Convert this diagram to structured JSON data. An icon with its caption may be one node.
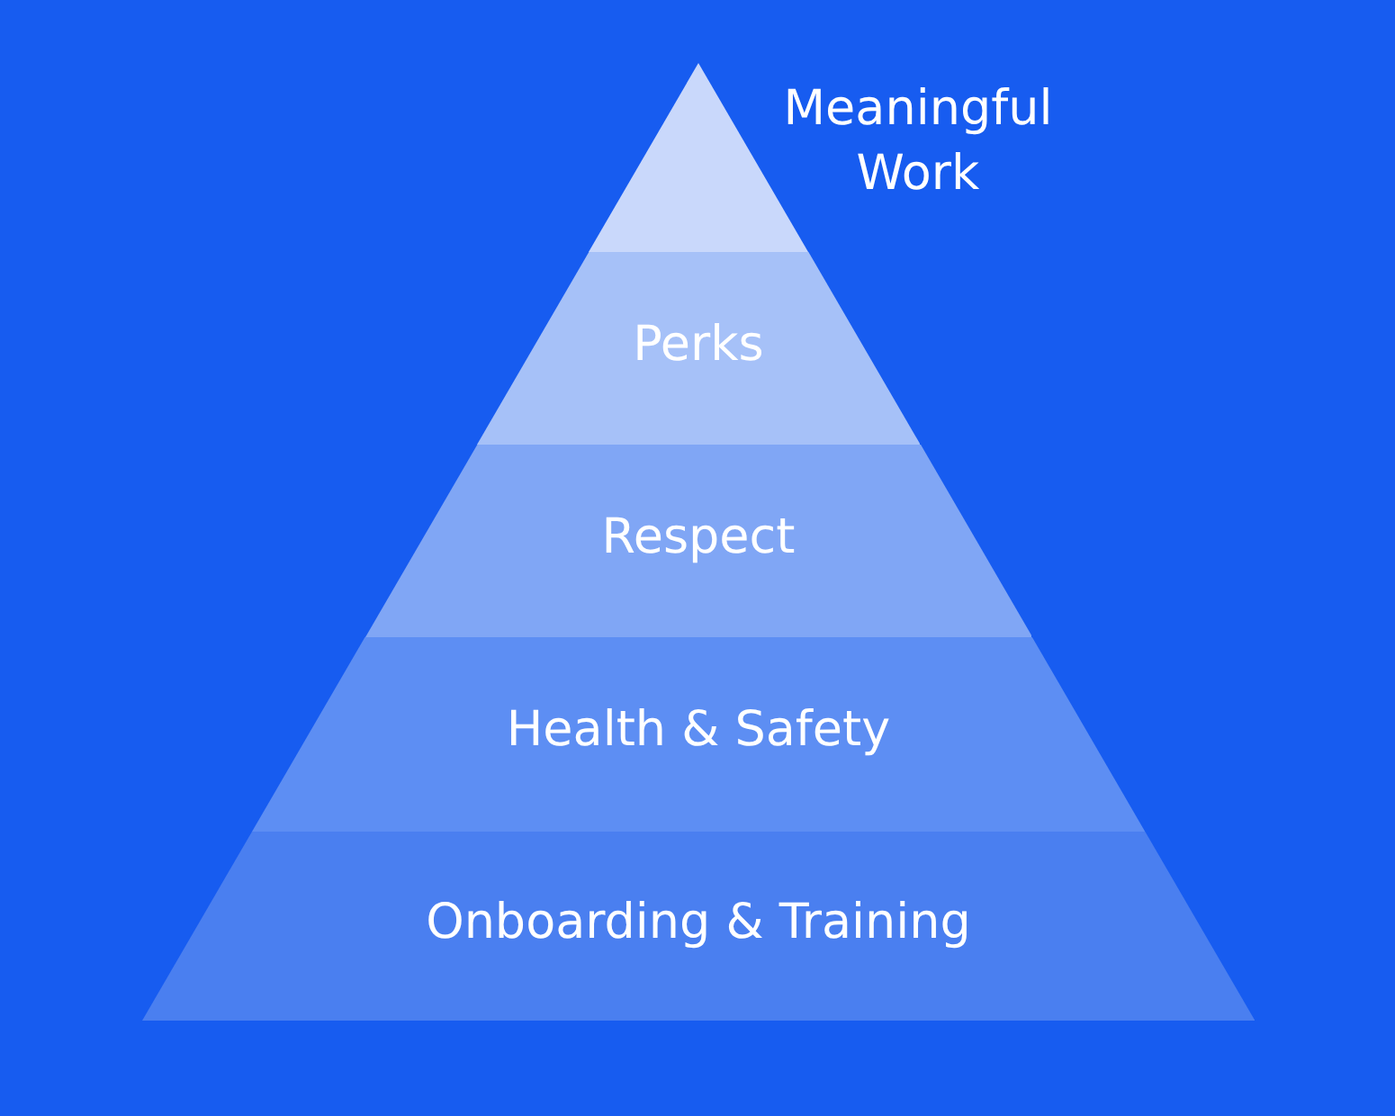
{
  "diagram": {
    "nodes": [
      {
        "text": [
          "Meaningful Work"
        ]
      },
      {
        "text": [
          "Perks"
        ]
      },
      {
        "text": [
          "Respect"
        ]
      },
      {
        "text": [
          "Health & Safety"
        ]
      },
      {
        "text": [
          "Onboarding & Training"
        ]
      }
    ]
  }
}
